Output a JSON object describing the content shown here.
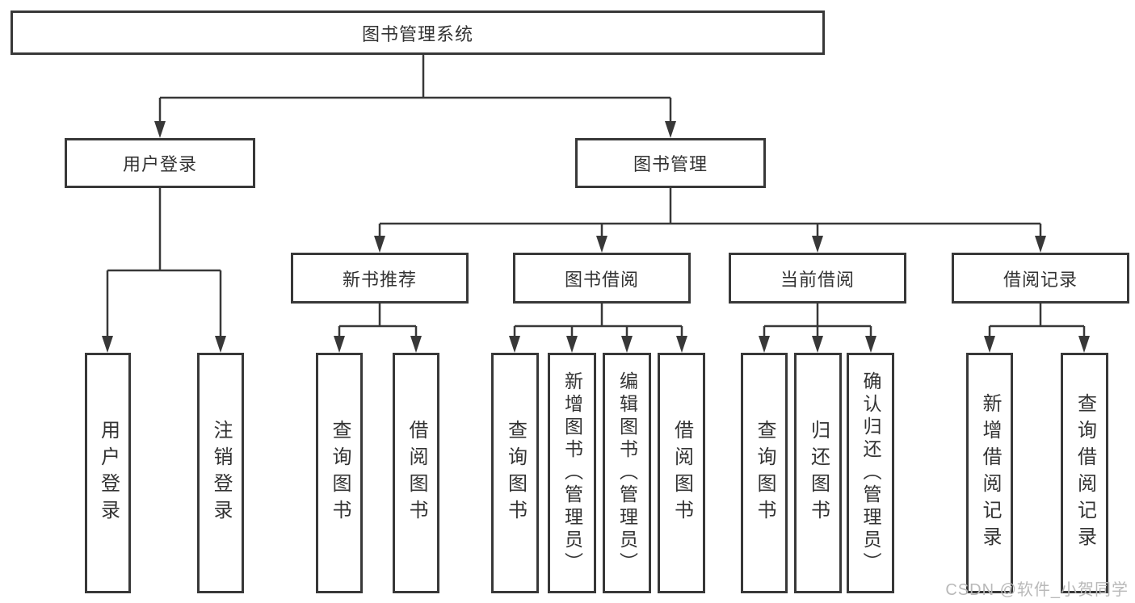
{
  "tree": {
    "label": "图书管理系统",
    "children": [
      {
        "label": "用户登录",
        "children": [
          {
            "label": "用户登录"
          },
          {
            "label": "注销登录"
          }
        ]
      },
      {
        "label": "图书管理",
        "children": [
          {
            "label": "新书推荐",
            "children": [
              {
                "label": "查询图书"
              },
              {
                "label": "借阅图书"
              }
            ]
          },
          {
            "label": "图书借阅",
            "children": [
              {
                "label": "查询图书"
              },
              {
                "label": "新增图书（管理员）"
              },
              {
                "label": "编辑图书（管理员）"
              },
              {
                "label": "借阅图书"
              }
            ]
          },
          {
            "label": "当前借阅",
            "children": [
              {
                "label": "查询图书"
              },
              {
                "label": "归还图书"
              },
              {
                "label": "确认归还（管理员）"
              }
            ]
          },
          {
            "label": "借阅记录",
            "children": [
              {
                "label": "新增借阅记录"
              },
              {
                "label": "查询借阅记录"
              }
            ]
          }
        ]
      }
    ]
  },
  "watermark": "CSDN @软件_小贺同学",
  "colors": {
    "line": "#383838",
    "text": "#333333",
    "watermark": "#b9b9b9",
    "background": "#ffffff"
  }
}
